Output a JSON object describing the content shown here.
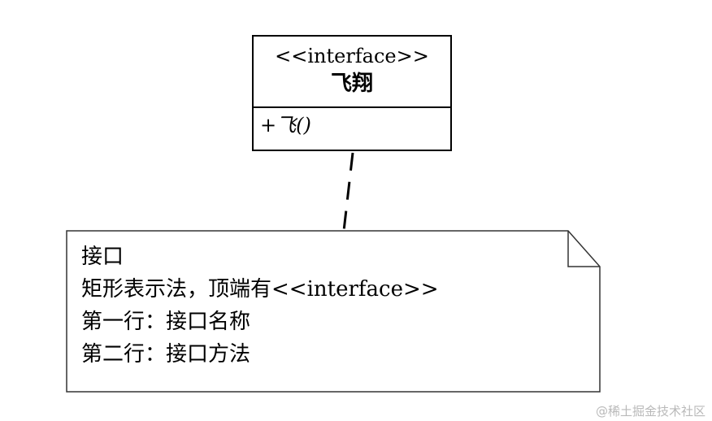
{
  "interface_box": {
    "stereotype": "<<interface>>",
    "name": "飞翔",
    "method": "+飞()"
  },
  "note": {
    "lines": [
      "接口",
      "矩形表示法，顶端有<<interface>>",
      "第一行：接口名称",
      "第二行：接口方法"
    ]
  },
  "watermark": "@稀土掘金技术社区"
}
